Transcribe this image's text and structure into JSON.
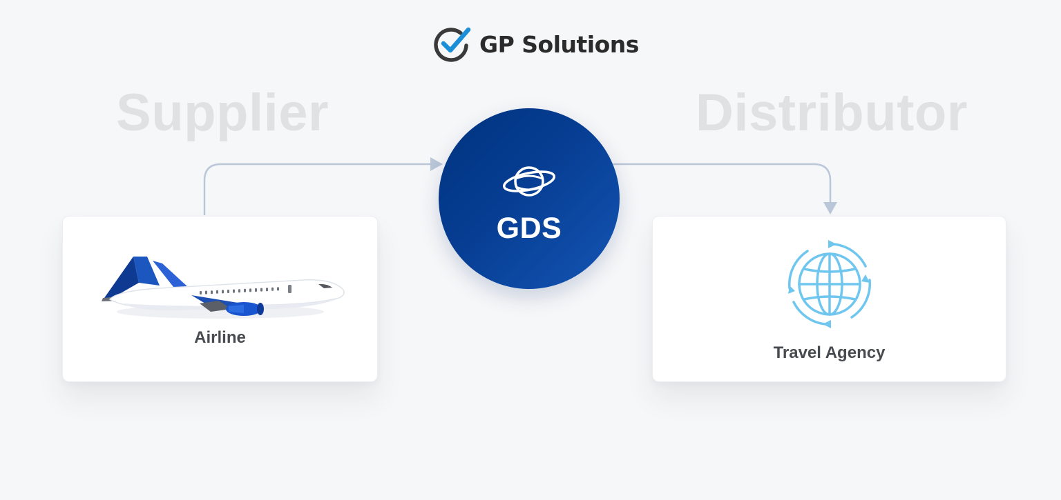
{
  "brand": {
    "name": "GP Solutions",
    "logo_icon": "check-circle-logo"
  },
  "roles": {
    "left": "Supplier",
    "right": "Distributor"
  },
  "nodes": {
    "airline": {
      "label": "Airline",
      "icon": "airplane-icon"
    },
    "gds": {
      "label": "GDS",
      "icon": "orbit-globe-icon"
    },
    "agency": {
      "label": "Travel Agency",
      "icon": "globe-sync-icon"
    }
  },
  "colors": {
    "background": "#f6f7f8",
    "gds_fill": "#0a3f94",
    "connector": "#b9c7d8",
    "faded_heading": "#dfe1e3",
    "globe_icon": "#6fc6ef",
    "brand_check": "#1a8fd8"
  }
}
